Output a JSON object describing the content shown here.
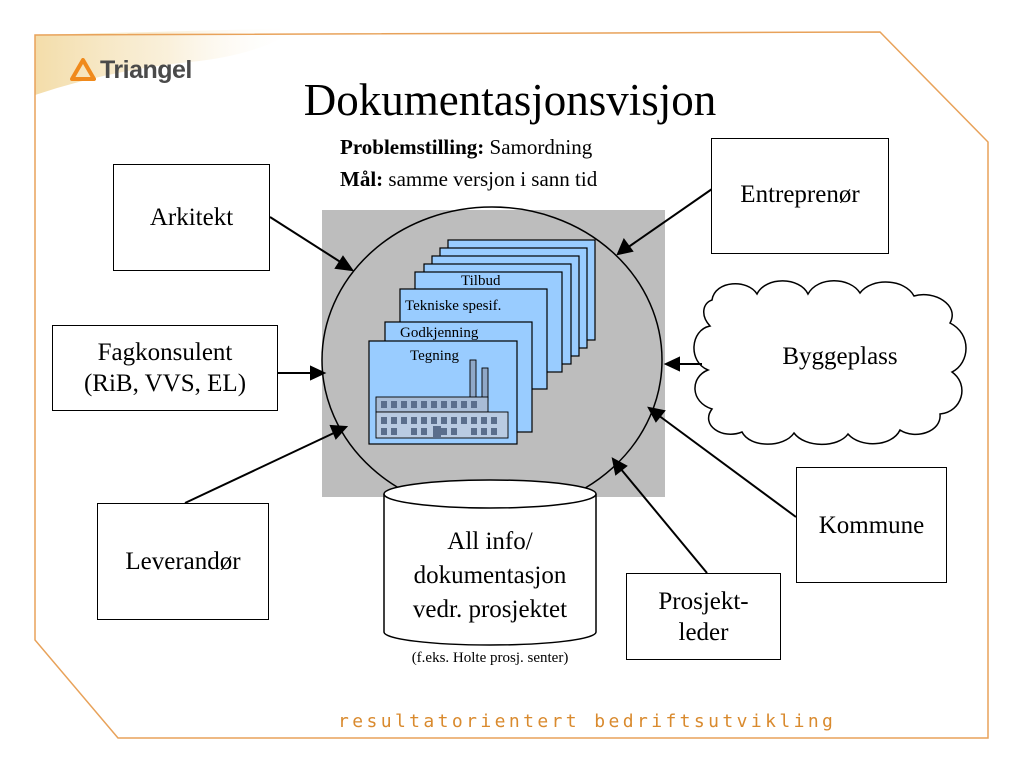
{
  "brand": {
    "logo_text": "Triangel",
    "accent_color": "#f08a1c"
  },
  "slide": {
    "title": "Dokumentasjonsvisjon",
    "problem_label": "Problemstilling:",
    "problem_value": "Samordning",
    "goal_label": "Mål:",
    "goal_value": "samme versjon i sann tid"
  },
  "actors": {
    "arkitekt": "Arkitekt",
    "fagkonsulent_line1": "Fagkonsulent",
    "fagkonsulent_line2": "(RiB, VVS, EL)",
    "leverandor": "Leverandør",
    "entreprenor": "Entreprenør",
    "byggeplass": "Byggeplass",
    "kommune": "Kommune",
    "prosjektleder_line1": "Prosjekt-",
    "prosjektleder_line2": "leder"
  },
  "documents": {
    "tilbud": "Tilbud",
    "tekniske": "Tekniske spesif.",
    "godkjenning": "Godkjenning",
    "tegning": "Tegning"
  },
  "database": {
    "line1": "All info/",
    "line2": "dokumentasjon",
    "line3": "vedr. prosjektet",
    "caption": "(f.eks. Holte prosj. senter)"
  },
  "footer": {
    "tagline": "resultatorientert bedriftsutvikling"
  },
  "colors": {
    "hub_gray": "#bdbdbd",
    "document_blue": "#99ccff",
    "border_orange": "#e8a25a"
  }
}
